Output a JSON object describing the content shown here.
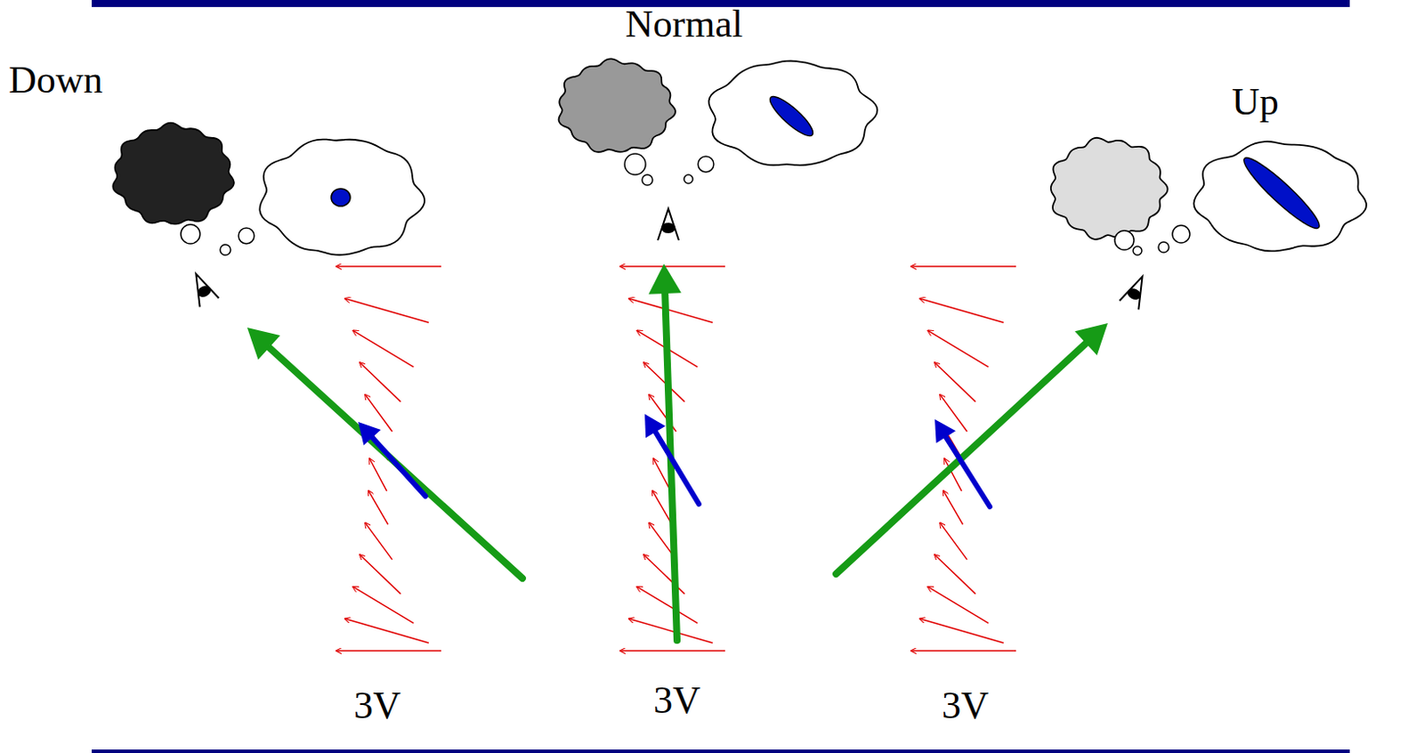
{
  "diagram": {
    "labels": [
      "Down",
      "Normal",
      "Up",
      "3V",
      "3V",
      "3V"
    ]
  }
}
